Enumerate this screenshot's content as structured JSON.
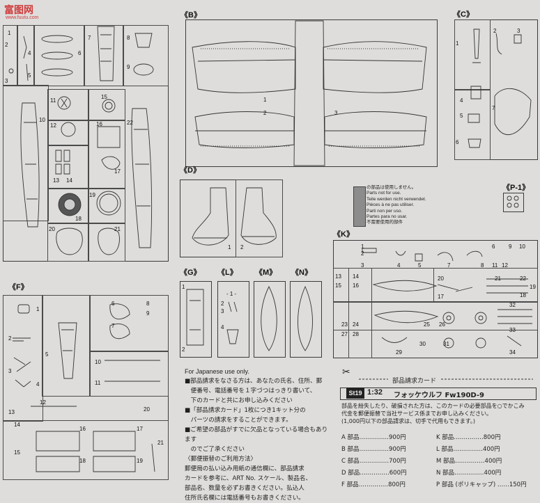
{
  "watermark": {
    "text": "富图网",
    "sub": "www.fuutu.com"
  },
  "sections": {
    "B": "《B》",
    "C": "《C》",
    "D": "《D》",
    "F": "《F》",
    "G": "《G》",
    "L": "《L》",
    "M": "《M》",
    "N": "《N》",
    "K": "《K》",
    "P1": "《P-1》"
  },
  "parts_not_used": [
    "の部品は使用しません。",
    "Parts not for use.",
    "Teile werden nicht verwendet.",
    "Pièces à ne pas utiliser.",
    "Parti non per uso.",
    "Partes para no usar.",
    "不需要使用的部件"
  ],
  "japanese_info": {
    "title": "For Japanese use only.",
    "lines": [
      "■部品請求をなさる方は、あなたの氏名、住所、郵",
      "　便番号、電話番号を１字づつはっきり書いて、",
      "　下のカードと共にお申し込みください",
      "■「部品請求カード」1枚につき1キット分の",
      "　パーツの請求をすることができます。",
      "■ご希望の部品がすでに欠品となっている場合もあります",
      "　のでご了承ください",
      "〈郵便振替のご利用方法〉",
      "郵便局の払い込み用紙の通信欄に、部品請求",
      "カードを参考に、ART No. スケール、製品名、",
      "部品名、数量を必ずお書きください。払込人",
      "住所氏名欄には電話番号もお書きください。"
    ]
  },
  "order_card": {
    "title": "部品請求カード",
    "kit_code": "St19",
    "scale": "1:32",
    "name": "フォッケウルフ Fw190D-9",
    "text": [
      "部品を紛失したり、破損された方は、このカードの必要部品を○でかこみ",
      "代金を郵便振替で当社サービス係までお申し込みください。",
      "(1,000円以下の部品請求は、切手で代用もできます。)"
    ],
    "prices": [
      {
        "left": "A 部品……………900円",
        "right": "K 部品……………800円"
      },
      {
        "left": "B 部品……………900円",
        "right": "L 部品……………400円"
      },
      {
        "left": "C 部品……………700円",
        "right": "M 部品……………400円"
      },
      {
        "left": "D 部品……………600円",
        "right": "N 部品……………400円"
      },
      {
        "left": "F 部品……………800円",
        "right": "P 部品 (ポリキャップ) ……150円"
      }
    ]
  },
  "numbers": {
    "a": [
      "1",
      "2",
      "3",
      "4",
      "5",
      "6",
      "7",
      "8",
      "9",
      "10",
      "11",
      "12",
      "13",
      "14",
      "15",
      "16",
      "17",
      "18",
      "19",
      "20",
      "21",
      "22"
    ],
    "b": [
      "1",
      "2",
      "3"
    ],
    "c": [
      "1",
      "2",
      "3",
      "4",
      "5",
      "6",
      "7"
    ],
    "d": [
      "1",
      "2"
    ],
    "f": [
      "1",
      "2",
      "3",
      "4",
      "5",
      "6",
      "7",
      "8",
      "9",
      "10",
      "11",
      "12",
      "13",
      "14",
      "15",
      "16",
      "17",
      "18",
      "19",
      "20",
      "21"
    ],
    "g": [
      "1",
      "2"
    ],
    "l": [
      "- 1 -",
      "2",
      "3",
      "4"
    ],
    "k": [
      "1",
      "2",
      "3",
      "4",
      "5",
      "6",
      "7",
      "8",
      "9",
      "10",
      "11",
      "12",
      "13",
      "14",
      "15",
      "16",
      "17",
      "18",
      "19",
      "20",
      "21",
      "22",
      "23",
      "24",
      "25",
      "26",
      "27",
      "28",
      "29",
      "30",
      "31",
      "32",
      "33",
      "34"
    ]
  }
}
